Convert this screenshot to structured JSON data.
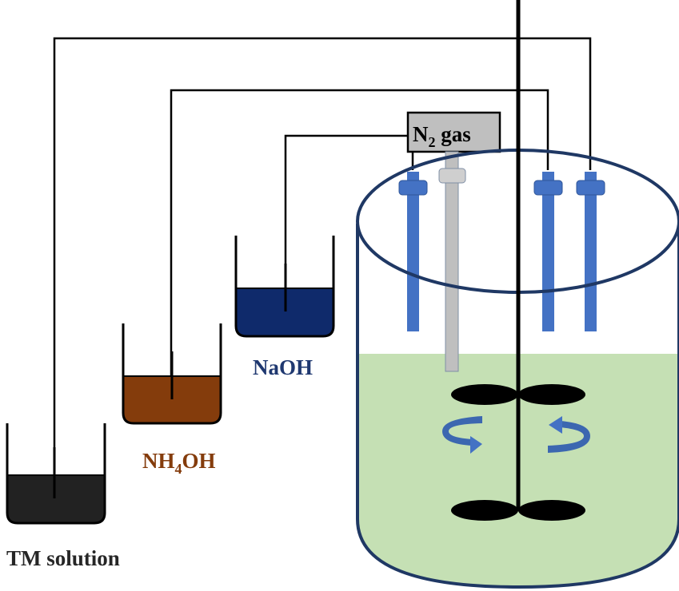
{
  "diagram": {
    "type": "co-precipitation reactor schematic",
    "colors": {
      "tm_solution": "#222222",
      "nh4oh": "#843c0c",
      "naoh": "#0f2a6b",
      "reactor_liquid": "#c5e0b4",
      "reactor_outline": "#1f3864",
      "feed_tube": "#4472c4",
      "gas_tube": "#bfbfbf",
      "gas_box": "#bfbfbf",
      "lines": "#000000",
      "rotation_arrow": "#4472c4"
    },
    "beakers": [
      {
        "id": "tm",
        "label": "TM solution",
        "label_color": "#262626"
      },
      {
        "id": "nh4oh",
        "label_main": "NH",
        "label_sub": "4",
        "label_tail": "OH",
        "label_color": "#843c0c"
      },
      {
        "id": "naoh",
        "label": "NaOH",
        "label_color": "#1f3870"
      }
    ],
    "gas_box": {
      "label_main": "N",
      "label_sub": "2",
      "label_tail": " gas"
    },
    "impellers": 2,
    "feed_tubes": 3,
    "gas_tubes": 1
  }
}
